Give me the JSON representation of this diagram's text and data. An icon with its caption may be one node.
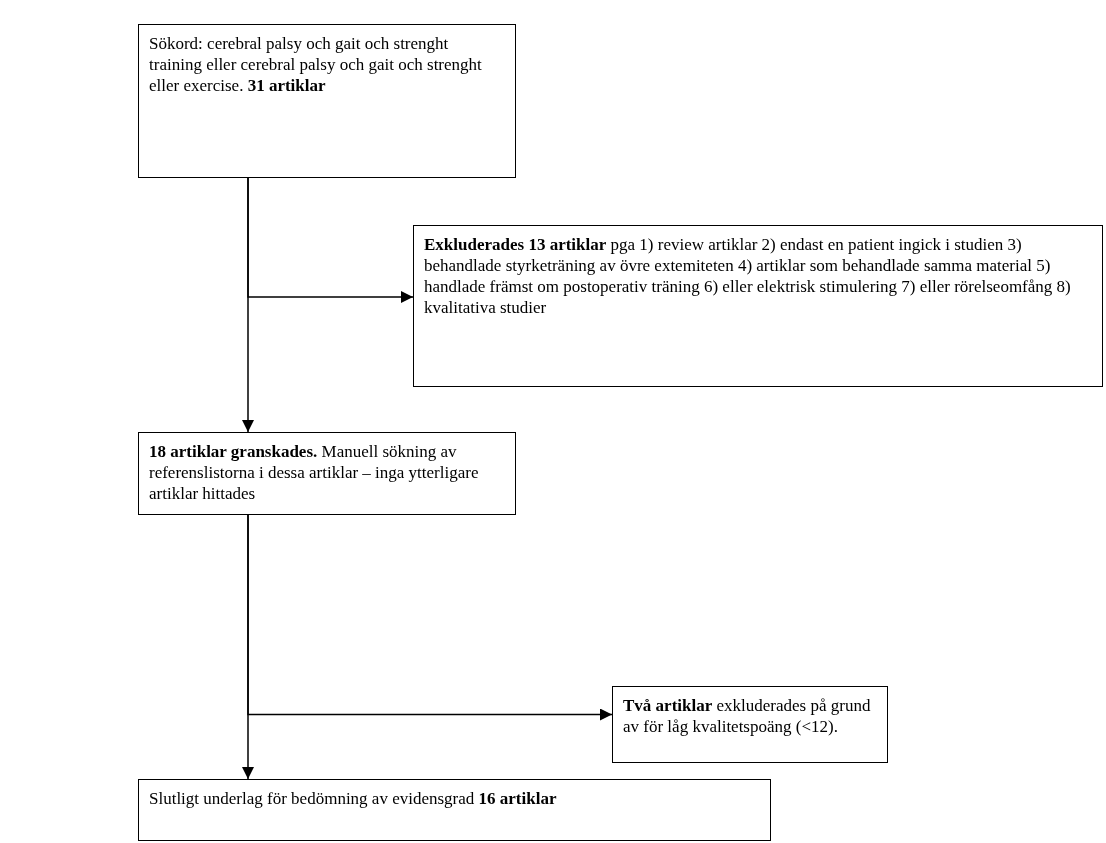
{
  "diagram": {
    "nodes": [
      {
        "text": [
          "Sökord: cerebral palsy och gait och strenght training eller cerebral palsy och gait och strenght eller exercise. **31 artiklar**"
        ]
      },
      {
        "text": [
          "**Exkluderades 13 artiklar** pga 1) review artiklar 2) endast en patient ingick i studien 3) behandlade styrketräning av övre extemiteten 4) artiklar som behandlade samma material 5) handlade främst om postoperativ träning 6) eller elektrisk stimulering 7) eller rörelseomfång 8) kvalitativa studier"
        ]
      },
      {
        "text": [
          "**18 artiklar granskades.** Manuell sökning av referenslistorna i dessa artiklar – inga ytterligare artiklar hittades"
        ]
      },
      {
        "text": [
          "**Två artiklar** exkluderades på grund av för låg kvalitetspoäng (<12)."
        ]
      },
      {
        "text": [
          "Slutligt underlag för bedömning av evidensgrad **16 artiklar**"
        ]
      }
    ],
    "edges": [
      {
        "from": 0,
        "to": 2,
        "arrow": "to"
      },
      {
        "from": 0,
        "to": 1,
        "arrow": "to"
      },
      {
        "from": 2,
        "to": 4,
        "arrow": "to"
      },
      {
        "from": 2,
        "to": 3,
        "arrow": "to"
      }
    ]
  }
}
